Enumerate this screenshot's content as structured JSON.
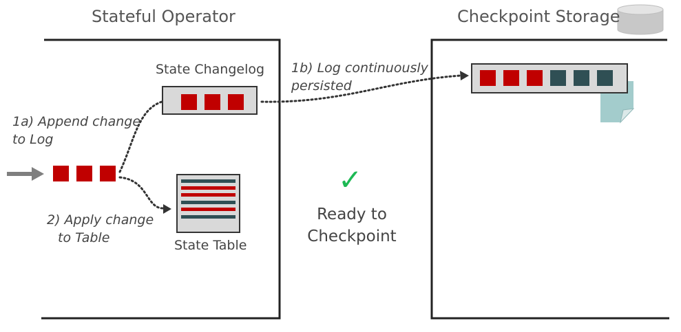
{
  "operator": {
    "title": "Stateful Operator"
  },
  "storage": {
    "title": "Checkpoint Storage",
    "icon": "database-icon"
  },
  "changelog": {
    "label": "State Changelog"
  },
  "table": {
    "label": "State Table"
  },
  "annotations": {
    "append_line1": "1a) Append change",
    "append_line2": "to Log",
    "persist_line1": "1b) Log continuously",
    "persist_line2": "persisted",
    "apply_line1": "2) Apply change",
    "apply_line2": "to Table"
  },
  "status": {
    "check": "✓",
    "line1": "Ready to",
    "line2": "Checkpoint"
  },
  "colors": {
    "change_red": "#c00000",
    "state_teal": "#2f4f54",
    "check_green": "#1db954",
    "panel_gray": "#d9d9d9",
    "doc_teal": "#a3cccc"
  }
}
